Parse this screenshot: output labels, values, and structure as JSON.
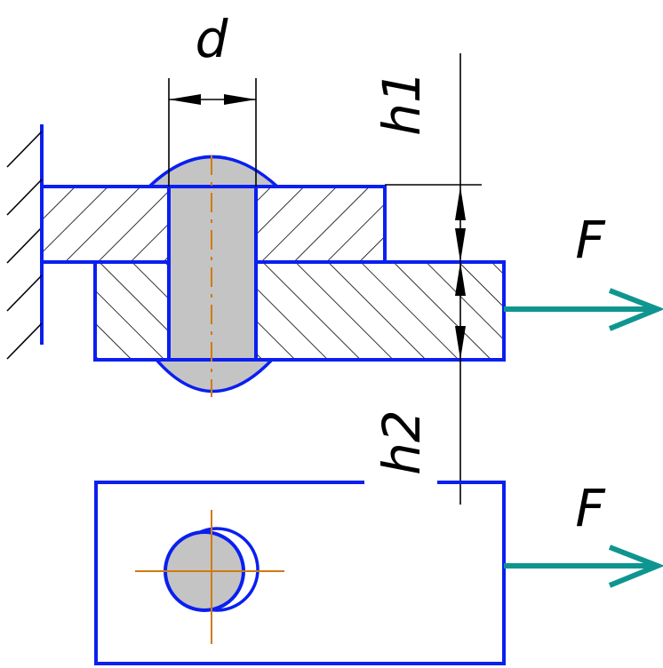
{
  "labels": {
    "diameter": "d",
    "thickness_top": "h1",
    "thickness_bottom": "h2",
    "force_top": "F",
    "force_bottom": "F"
  },
  "colors": {
    "outline": "#0a1ff0",
    "hatch": "#000000",
    "rivet_fill": "#c4c4c4",
    "centerline": "#d07a10",
    "force_arrow": "#0e9590",
    "dimension": "#000000",
    "background": "#ffffff"
  }
}
